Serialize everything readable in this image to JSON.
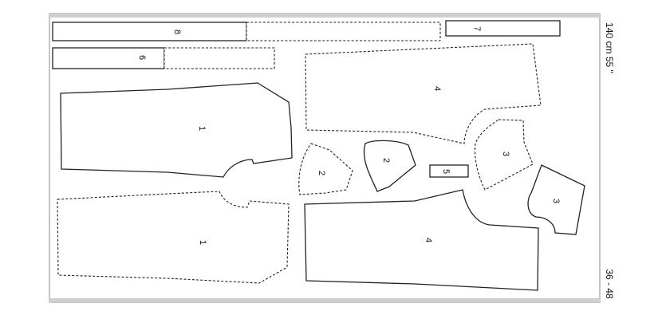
{
  "fabric": {
    "width_label": "140 cm 55 \"",
    "size_label": "36 - 48",
    "selvage_color": "#cfcfcf",
    "outline_color": "#222222"
  },
  "pieces": {
    "p8": "8",
    "p7": "7",
    "p6": "6",
    "p4_top": "4",
    "p1_top": "1",
    "p2_dashed": "2",
    "p2_solid": "2",
    "p5": "5",
    "p3_dashed": "3",
    "p3_solid": "3",
    "p1_bottom": "1",
    "p4_bottom": "4"
  }
}
